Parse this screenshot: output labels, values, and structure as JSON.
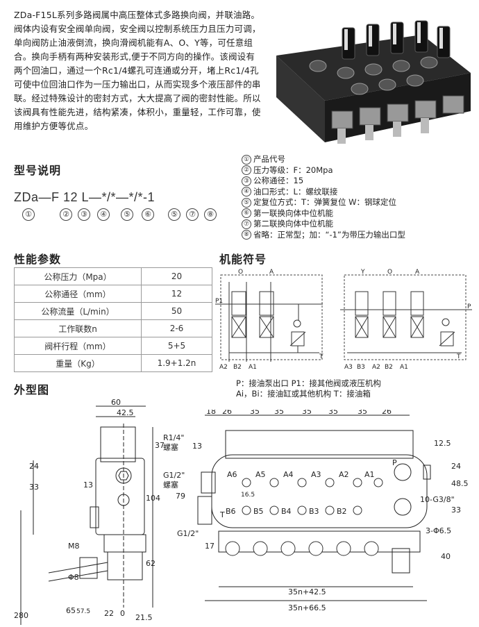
{
  "intro": {
    "text": "ZDa-F15L系列多路阀属中高压整体式多路换向阀，并联油路。阀体内设有安全阀单向阀，安全阀以控制系统压力且压力可调，单向阀防止油液倒流，换向滑阀机能有A、O、Y等，可任意组合。换向手柄有两种安装形式,便于不同方向的操作。该阀设有两个回油口，通过一个Rc1/4螺孔可连通或分开，堵上Rc1/4孔可使中位回油口作为一压力输出口，从而实现多个液压部件的串联。经过特殊设计的密封方式，大大提高了阀的密封性能。所以该阀具有性能先进，结构紧凑，体积小，重量轻，工作可靠，使用维护方便等优点。"
  },
  "model": {
    "heading": "型号说明",
    "code": "ZDa—F 12 L—*/*—*/*-1",
    "numbers": [
      "①",
      "②",
      "③",
      "④",
      "⑤",
      "⑥",
      "⑤",
      "⑦",
      "⑧"
    ],
    "legend": [
      {
        "num": "①",
        "text": "产品代号"
      },
      {
        "num": "②",
        "text": "压力等级：F：20Mpa"
      },
      {
        "num": "③",
        "text": "公称通径：15"
      },
      {
        "num": "④",
        "text": "油口形式：L：螺纹联接"
      },
      {
        "num": "⑤",
        "text": "定复位方式：T：弹簧复位  W：钢球定位"
      },
      {
        "num": "⑥",
        "text": "第一联换向体中位机能"
      },
      {
        "num": "⑦",
        "text": "第二联换向体中位机能"
      },
      {
        "num": "⑧",
        "text": "省略：正常型；加：“-1”为带压力输出口型"
      }
    ]
  },
  "performance": {
    "heading": "性能参数",
    "rows": [
      {
        "label": "公称压力（Mpa）",
        "value": "20"
      },
      {
        "label": "公称通径（mm）",
        "value": "12"
      },
      {
        "label": "公称流量（L/min）",
        "value": "50"
      },
      {
        "label": "工作联数n",
        "value": "2-6"
      },
      {
        "label": "阀杆行程（mm）",
        "value": "5+5"
      },
      {
        "label": "重量（Kg）",
        "value": "1.9+1.2n"
      }
    ]
  },
  "symbol": {
    "heading": "机能符号",
    "left": {
      "O": "O",
      "A": "A",
      "P1": "P1",
      "T": "T",
      "A2": "A2",
      "B2": "B2",
      "A1": "A1"
    },
    "right": {
      "Y": "Y",
      "O": "O",
      "A": "A",
      "P": "P",
      "T": "T",
      "A3": "A3",
      "B3": "B3",
      "A2": "A2",
      "B2": "B2",
      "A1": "A1"
    },
    "caption1": "P：接油泵出口          P1：接其他阀或液压机构",
    "caption2": "Ai，Bi：接油缸或其他机构   T：接油箱"
  },
  "outline": {
    "heading": "外型图",
    "side": {
      "d60": "60",
      "d42_5": "42.5",
      "d37": "37",
      "d24": "24",
      "d33": "33",
      "d13": "13",
      "d104": "104",
      "d62": "62",
      "m8": "M8",
      "phi8": "Φ8",
      "d280": "280",
      "d65": "65",
      "d57_5": "57.5",
      "d22": "22",
      "d0": "0",
      "d21_5": "21.5"
    },
    "front": {
      "top_dims": [
        "18",
        "26",
        "35",
        "35",
        "35",
        "35",
        "35",
        "26"
      ],
      "r14": "R1/4\"",
      "r14b": "螺塞",
      "g12": "G1/2\"",
      "g12b": "螺塞",
      "g12c": "G1/2\"",
      "d13": "13",
      "d12_5": "12.5",
      "d26": "26",
      "d79": "79",
      "d33": "33",
      "d16_5": "16.5",
      "d17": "17",
      "right12_5": "12.5",
      "right24": "24",
      "right48_5": "48.5",
      "g38": "10-G3/8\"",
      "d33r": "33",
      "d6_5": "3-Φ6.5",
      "d40": "40",
      "bot1": "35n+42.5",
      "bot2": "35n+66.5",
      "A": [
        "A6",
        "A5",
        "A4",
        "A3",
        "A2",
        "A1"
      ],
      "B": [
        "B6",
        "B5",
        "B4",
        "B3",
        "B2"
      ],
      "P": "P",
      "T": "T"
    }
  }
}
